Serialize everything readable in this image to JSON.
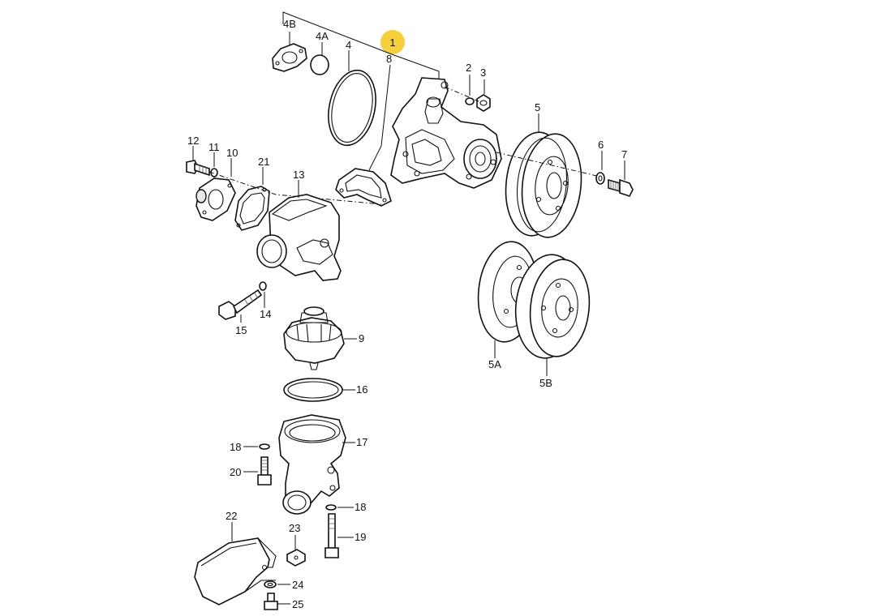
{
  "diagram": {
    "highlight_color": "#f6cf3c",
    "line_color": "#111111",
    "background": "#ffffff",
    "callouts": [
      {
        "id": "c1",
        "text": "1",
        "highlighted": true
      },
      {
        "id": "c4b",
        "text": "4B"
      },
      {
        "id": "c4a",
        "text": "4A"
      },
      {
        "id": "c4",
        "text": "4"
      },
      {
        "id": "c8",
        "text": "8"
      },
      {
        "id": "c2",
        "text": "2"
      },
      {
        "id": "c3",
        "text": "3"
      },
      {
        "id": "c5",
        "text": "5"
      },
      {
        "id": "c6",
        "text": "6"
      },
      {
        "id": "c7",
        "text": "7"
      },
      {
        "id": "c12",
        "text": "12"
      },
      {
        "id": "c11",
        "text": "11"
      },
      {
        "id": "c10",
        "text": "10"
      },
      {
        "id": "c21",
        "text": "21"
      },
      {
        "id": "c13",
        "text": "13"
      },
      {
        "id": "c14",
        "text": "14"
      },
      {
        "id": "c15",
        "text": "15"
      },
      {
        "id": "c9",
        "text": "9"
      },
      {
        "id": "c16",
        "text": "16"
      },
      {
        "id": "c17",
        "text": "17"
      },
      {
        "id": "c18a",
        "text": "18"
      },
      {
        "id": "c20",
        "text": "20"
      },
      {
        "id": "c18b",
        "text": "18"
      },
      {
        "id": "c19",
        "text": "19"
      },
      {
        "id": "c22",
        "text": "22"
      },
      {
        "id": "c23",
        "text": "23"
      },
      {
        "id": "c24",
        "text": "24"
      },
      {
        "id": "c25",
        "text": "25"
      },
      {
        "id": "c5a",
        "text": "5A"
      },
      {
        "id": "c5b",
        "text": "5B"
      }
    ]
  }
}
